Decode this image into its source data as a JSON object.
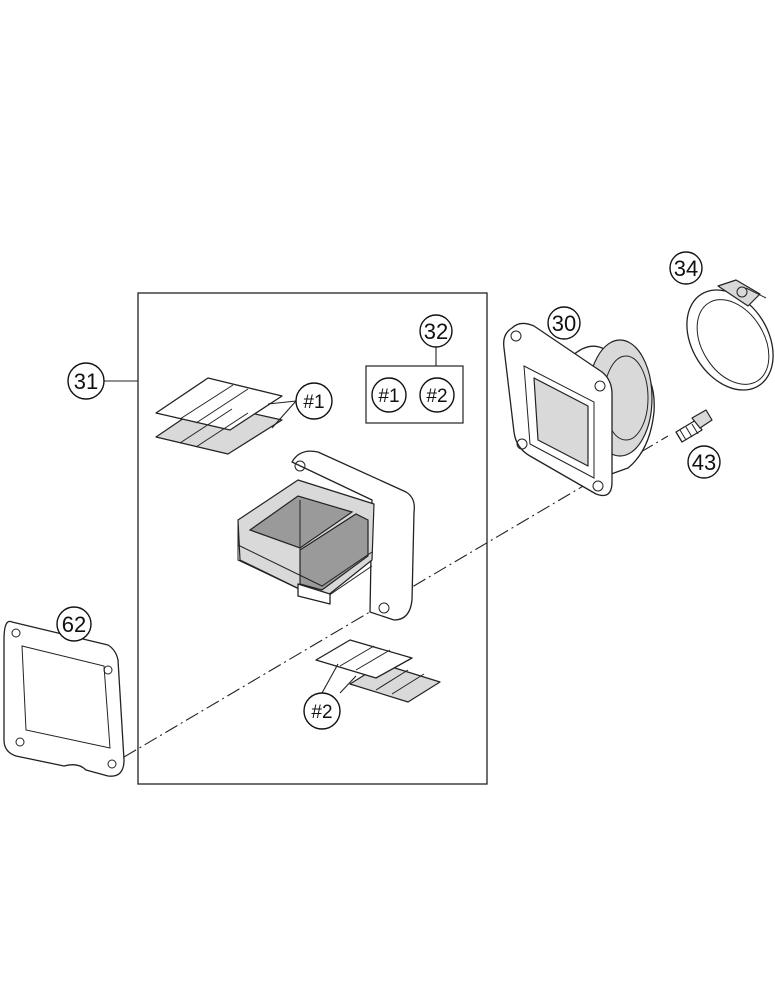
{
  "callouts": {
    "c31": "31",
    "c32": "32",
    "c30": "30",
    "c34": "34",
    "c43": "43",
    "c62": "62",
    "h1_reeds": "#1",
    "h1_kit": "#1",
    "h2_kit": "#2",
    "h2_reeds": "#2"
  }
}
